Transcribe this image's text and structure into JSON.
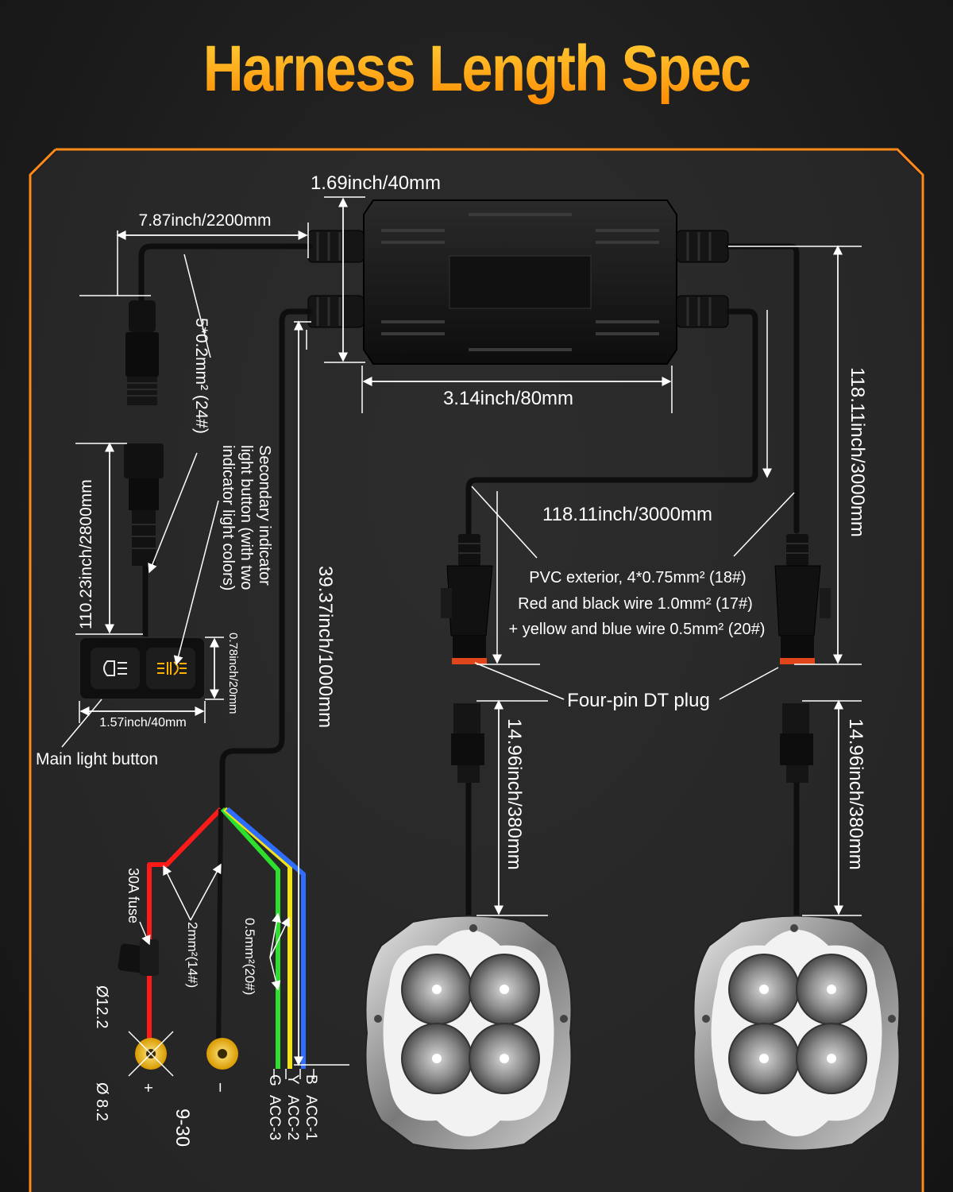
{
  "title": "Harness Length Spec",
  "colors": {
    "accent": "#ff8a1a",
    "title_top": "#ffd23a",
    "title_bottom": "#ff8a00",
    "wire_red": "#ff1a1a",
    "wire_green": "#2ee02e",
    "wire_yellow": "#f2e21a",
    "wire_blue": "#2e6dff",
    "terminal_yellow": "#f5c400",
    "indicator_amber": "#ffb000"
  },
  "dimensions": {
    "control_box_height": "1.69inch/40mm",
    "switch_lead": "7.87inch/2200mm",
    "control_box_width": "3.14inch/80mm",
    "switch_wire_spec": "5*0.2mm² (24#)",
    "switch_cable_length": "110.23inch/2800mm",
    "switch_width": "1.57inch/40mm",
    "switch_height": "0.78inch/20mm",
    "power_lead": "39.37inch/1000mm",
    "light_harness_horizontal": "118.11inch/3000mm",
    "light_harness_vertical": "118.11inch/3000mm",
    "pigtail_left": "14.96inch/380mm",
    "pigtail_right": "14.96inch/380mm"
  },
  "annotations": {
    "secondary_button_line1": "Secondary indicator",
    "secondary_button_line2": "light button (with two",
    "secondary_button_line3": "indicator light colors)",
    "main_button": "Main light button",
    "pvc_line1": "PVC exterior, 4*0.75mm² (18#)",
    "pvc_line2": "Red and black wire 1.0mm² (17#)",
    "pvc_line3": "+ yellow and blue wire 0.5mm² (20#)",
    "dt_plug": "Four-pin DT plug",
    "fuse": "30A fuse",
    "wire_2mm": "2mm²(14#)",
    "wire_05mm": "0.5mm²(20#)",
    "ring_large": "Ø12.2",
    "ring_small": "Ø 8.2",
    "plus": "+",
    "minus": "−",
    "voltage": "9-30"
  },
  "acc_wires": [
    {
      "code": "B",
      "label": "ACC-1"
    },
    {
      "code": "Y",
      "label": "ACC-2"
    },
    {
      "code": "G",
      "label": "ACC-3"
    }
  ],
  "icons": [
    "headlight-icon",
    "fog-light-icon"
  ]
}
